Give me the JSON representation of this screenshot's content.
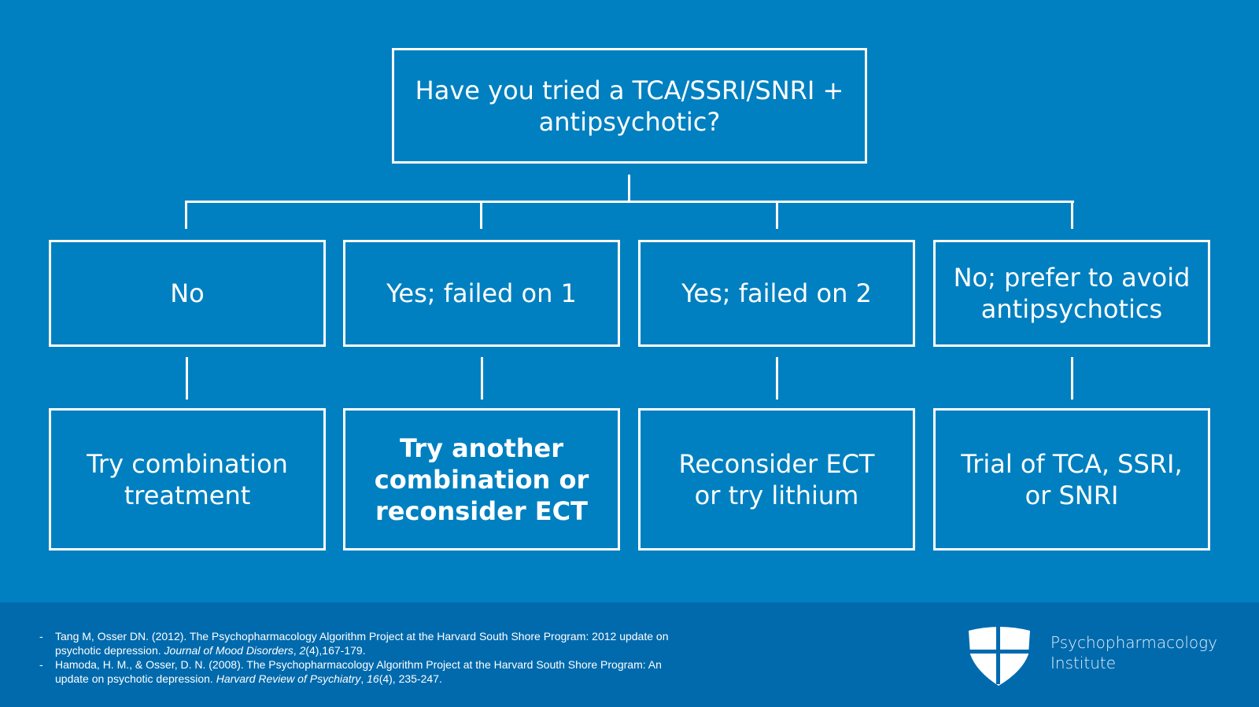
{
  "colors": {
    "background": "#0080c0",
    "footer_background": "#006aad",
    "foreground": "#ffffff"
  },
  "flowchart": {
    "root": {
      "line1": "Have you tried a TCA/SSRI/SNRI +",
      "line2": "antipsychotic?"
    },
    "branches": [
      {
        "condition": {
          "line1": "No",
          "line2": ""
        },
        "outcome": {
          "line1": "Try combination",
          "line2": "treatment",
          "line3": "",
          "bold": false
        }
      },
      {
        "condition": {
          "line1": "Yes; failed on 1",
          "line2": ""
        },
        "outcome": {
          "line1": "Try another",
          "line2": "combination or",
          "line3": "reconsider ECT",
          "bold": true
        }
      },
      {
        "condition": {
          "line1": "Yes; failed on 2",
          "line2": ""
        },
        "outcome": {
          "line1": "Reconsider ECT",
          "line2": "or try lithium",
          "line3": "",
          "bold": false
        }
      },
      {
        "condition": {
          "line1": "No; prefer to avoid",
          "line2": "antipsychotics"
        },
        "outcome": {
          "line1": "Trial of TCA, SSRI,",
          "line2": "or SNRI",
          "line3": "",
          "bold": false
        }
      }
    ]
  },
  "footer": {
    "references": [
      {
        "prefix": "Tang M, Osser DN. (2012). The Psychopharmacology Algorithm Project at the Harvard South Shore Program: 2012 update on psychotic depression. ",
        "journal": "Journal of Mood Disorders",
        "sep": ", ",
        "volume": "2",
        "suffix": "(4),167-179."
      },
      {
        "prefix": "Hamoda, H. M., & Osser, D. N. (2008). The Psychopharmacology Algorithm Project at the Harvard South Shore Program: An update on psychotic depression. ",
        "journal": "Harvard Review of Psychiatry",
        "sep": ", ",
        "volume": "16",
        "suffix": "(4), 235-247."
      }
    ],
    "logo": {
      "icon": "shield-cross-icon",
      "line1": "Psychopharmacology",
      "line2": "Institute"
    }
  }
}
